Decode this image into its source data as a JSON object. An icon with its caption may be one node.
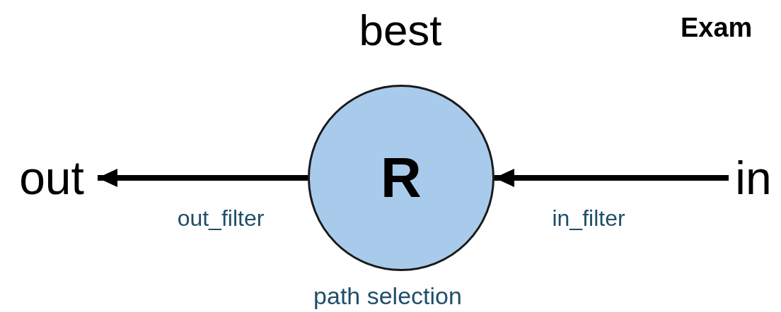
{
  "diagram": {
    "nodes": [
      {
        "text": [
          "out"
        ]
      },
      {
        "text": [
          "R"
        ],
        "beside": [
          "best",
          "path selection"
        ]
      },
      {
        "text": [
          "in"
        ]
      }
    ],
    "edges": [
      {
        "from": 1,
        "to": 0,
        "arrow": "to",
        "label": "out_filter"
      },
      {
        "from": 2,
        "to": 1,
        "arrow": "to",
        "label": "in_filter"
      }
    ],
    "labels": [
      "Exam"
    ]
  }
}
